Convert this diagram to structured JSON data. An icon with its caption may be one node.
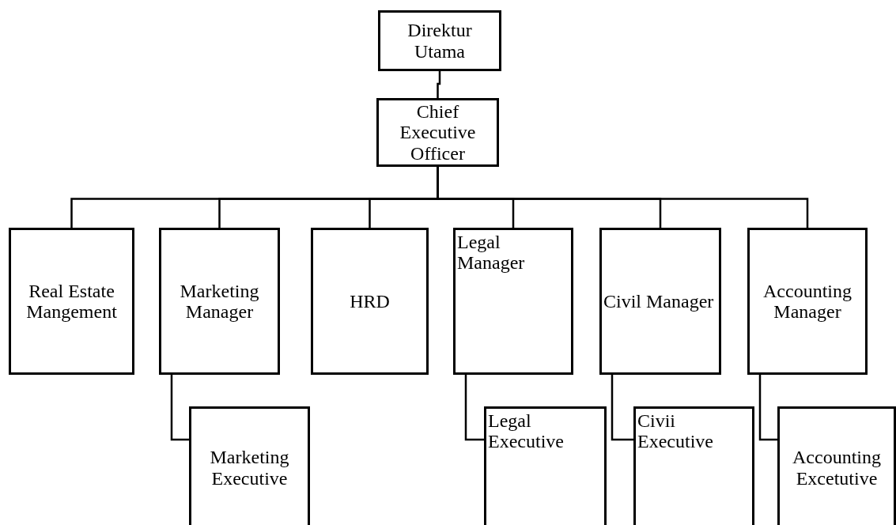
{
  "diagram": {
    "nodes": [
      {
        "text": [
          "Direktur Utama"
        ]
      },
      {
        "text": [
          "Chief Executive Officer"
        ]
      },
      {
        "text": [
          "Real Estate Mangement"
        ]
      },
      {
        "text": [
          "Marketing Manager"
        ]
      },
      {
        "text": [
          "HRD"
        ]
      },
      {
        "text": [
          "Legal Manager"
        ]
      },
      {
        "text": [
          "Civil Manager"
        ]
      },
      {
        "text": [
          "Accounting Manager"
        ]
      },
      {
        "text": [
          "Marketing Executive"
        ]
      },
      {
        "text": [
          "Legal Executive"
        ]
      },
      {
        "text": [
          "Civii Executive"
        ]
      },
      {
        "text": [
          "Accounting Excetutive"
        ]
      }
    ],
    "edges": [
      {
        "from": 0,
        "to": 1,
        "arrow": "none"
      },
      {
        "from": 1,
        "to": 2,
        "arrow": "none"
      },
      {
        "from": 1,
        "to": 3,
        "arrow": "none"
      },
      {
        "from": 1,
        "to": 4,
        "arrow": "none"
      },
      {
        "from": 1,
        "to": 5,
        "arrow": "none"
      },
      {
        "from": 1,
        "to": 6,
        "arrow": "none"
      },
      {
        "from": 1,
        "to": 7,
        "arrow": "none"
      },
      {
        "from": 3,
        "to": 8,
        "arrow": "none"
      },
      {
        "from": 5,
        "to": 9,
        "arrow": "none"
      },
      {
        "from": 6,
        "to": 10,
        "arrow": "none"
      },
      {
        "from": 7,
        "to": 11,
        "arrow": "none"
      }
    ]
  }
}
